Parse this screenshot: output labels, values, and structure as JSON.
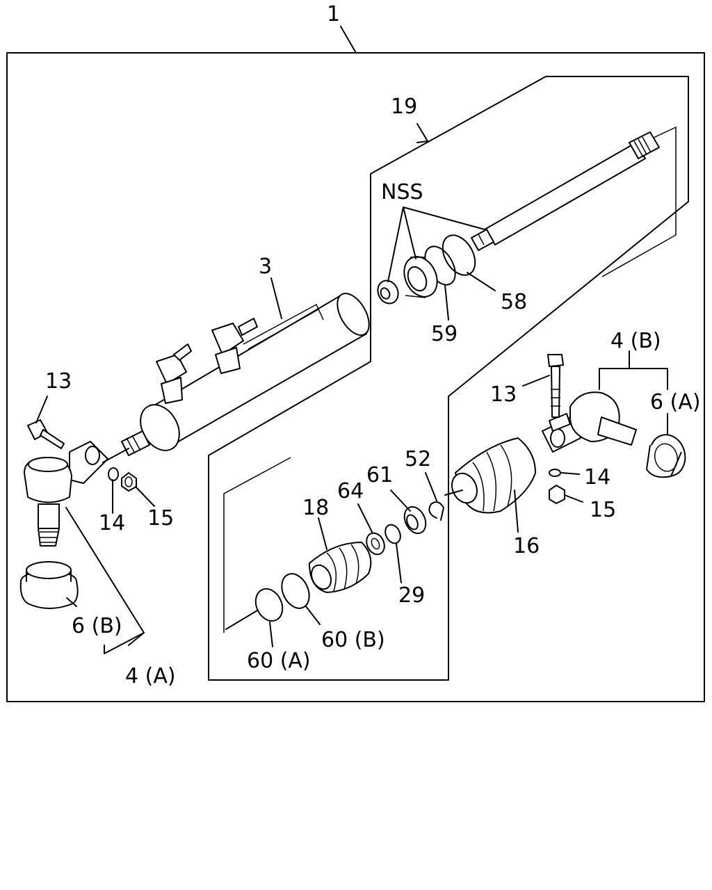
{
  "labels": {
    "l1": "1",
    "l19": "19",
    "nss": "NSS",
    "l58": "58",
    "l59": "59",
    "l3": "3",
    "l13a": "13",
    "l14a": "14",
    "l15a": "15",
    "l6b": "6 (B)",
    "l4a": "4 (A)",
    "l4b": "4 (B)",
    "l6a": "6 (A)",
    "l13b": "13",
    "l14b": "14",
    "l15b": "15",
    "l16": "16",
    "l52": "52",
    "l61": "61",
    "l64": "64",
    "l18": "18",
    "l29": "29",
    "l60b": "60 (B)",
    "l60a": "60 (A)"
  }
}
